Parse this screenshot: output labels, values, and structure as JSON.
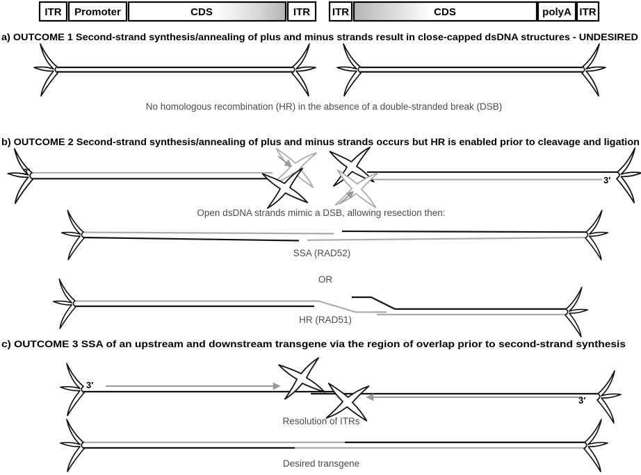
{
  "constructs": {
    "left": {
      "itr1": "ITR",
      "promoter": "Promoter",
      "cds": "CDS",
      "itr2": "ITR"
    },
    "right": {
      "itr1": "ITR",
      "cds": "CDS",
      "polya": "polyA",
      "itr2": "ITR"
    }
  },
  "sections": {
    "a": {
      "heading": "a) OUTCOME 1 Second-strand synthesis/annealing of plus and minus strands result in close-capped dsDNA structures - UNDESIRED",
      "caption": "No homologous recombination (HR) in the absence of a double-stranded break (DSB)"
    },
    "b": {
      "heading": "b) OUTCOME 2 Second-strand synthesis/annealing of plus and minus strands occurs but HR is enabled prior to cleavage and ligation",
      "caption_open": "Open dsDNA strands mimic a DSB, allowing resection then:",
      "label_ssa": "SSA (RAD52)",
      "label_or": "OR",
      "label_hr": "HR (RAD51)",
      "three_prime": "3'"
    },
    "c": {
      "heading": "c) OUTCOME 3 SSA of an upstream and downstream transgene via the region of overlap prior to second-strand synthesis",
      "caption_resolution": "Resolution of ITRs",
      "caption_desired": "Desired transgene",
      "three_prime": "3'"
    }
  },
  "colors": {
    "strand_black": "#111111",
    "strand_gray": "#ababab",
    "gradient_gray": "#b5b5b5",
    "caption_text": "#4b4b4b"
  }
}
